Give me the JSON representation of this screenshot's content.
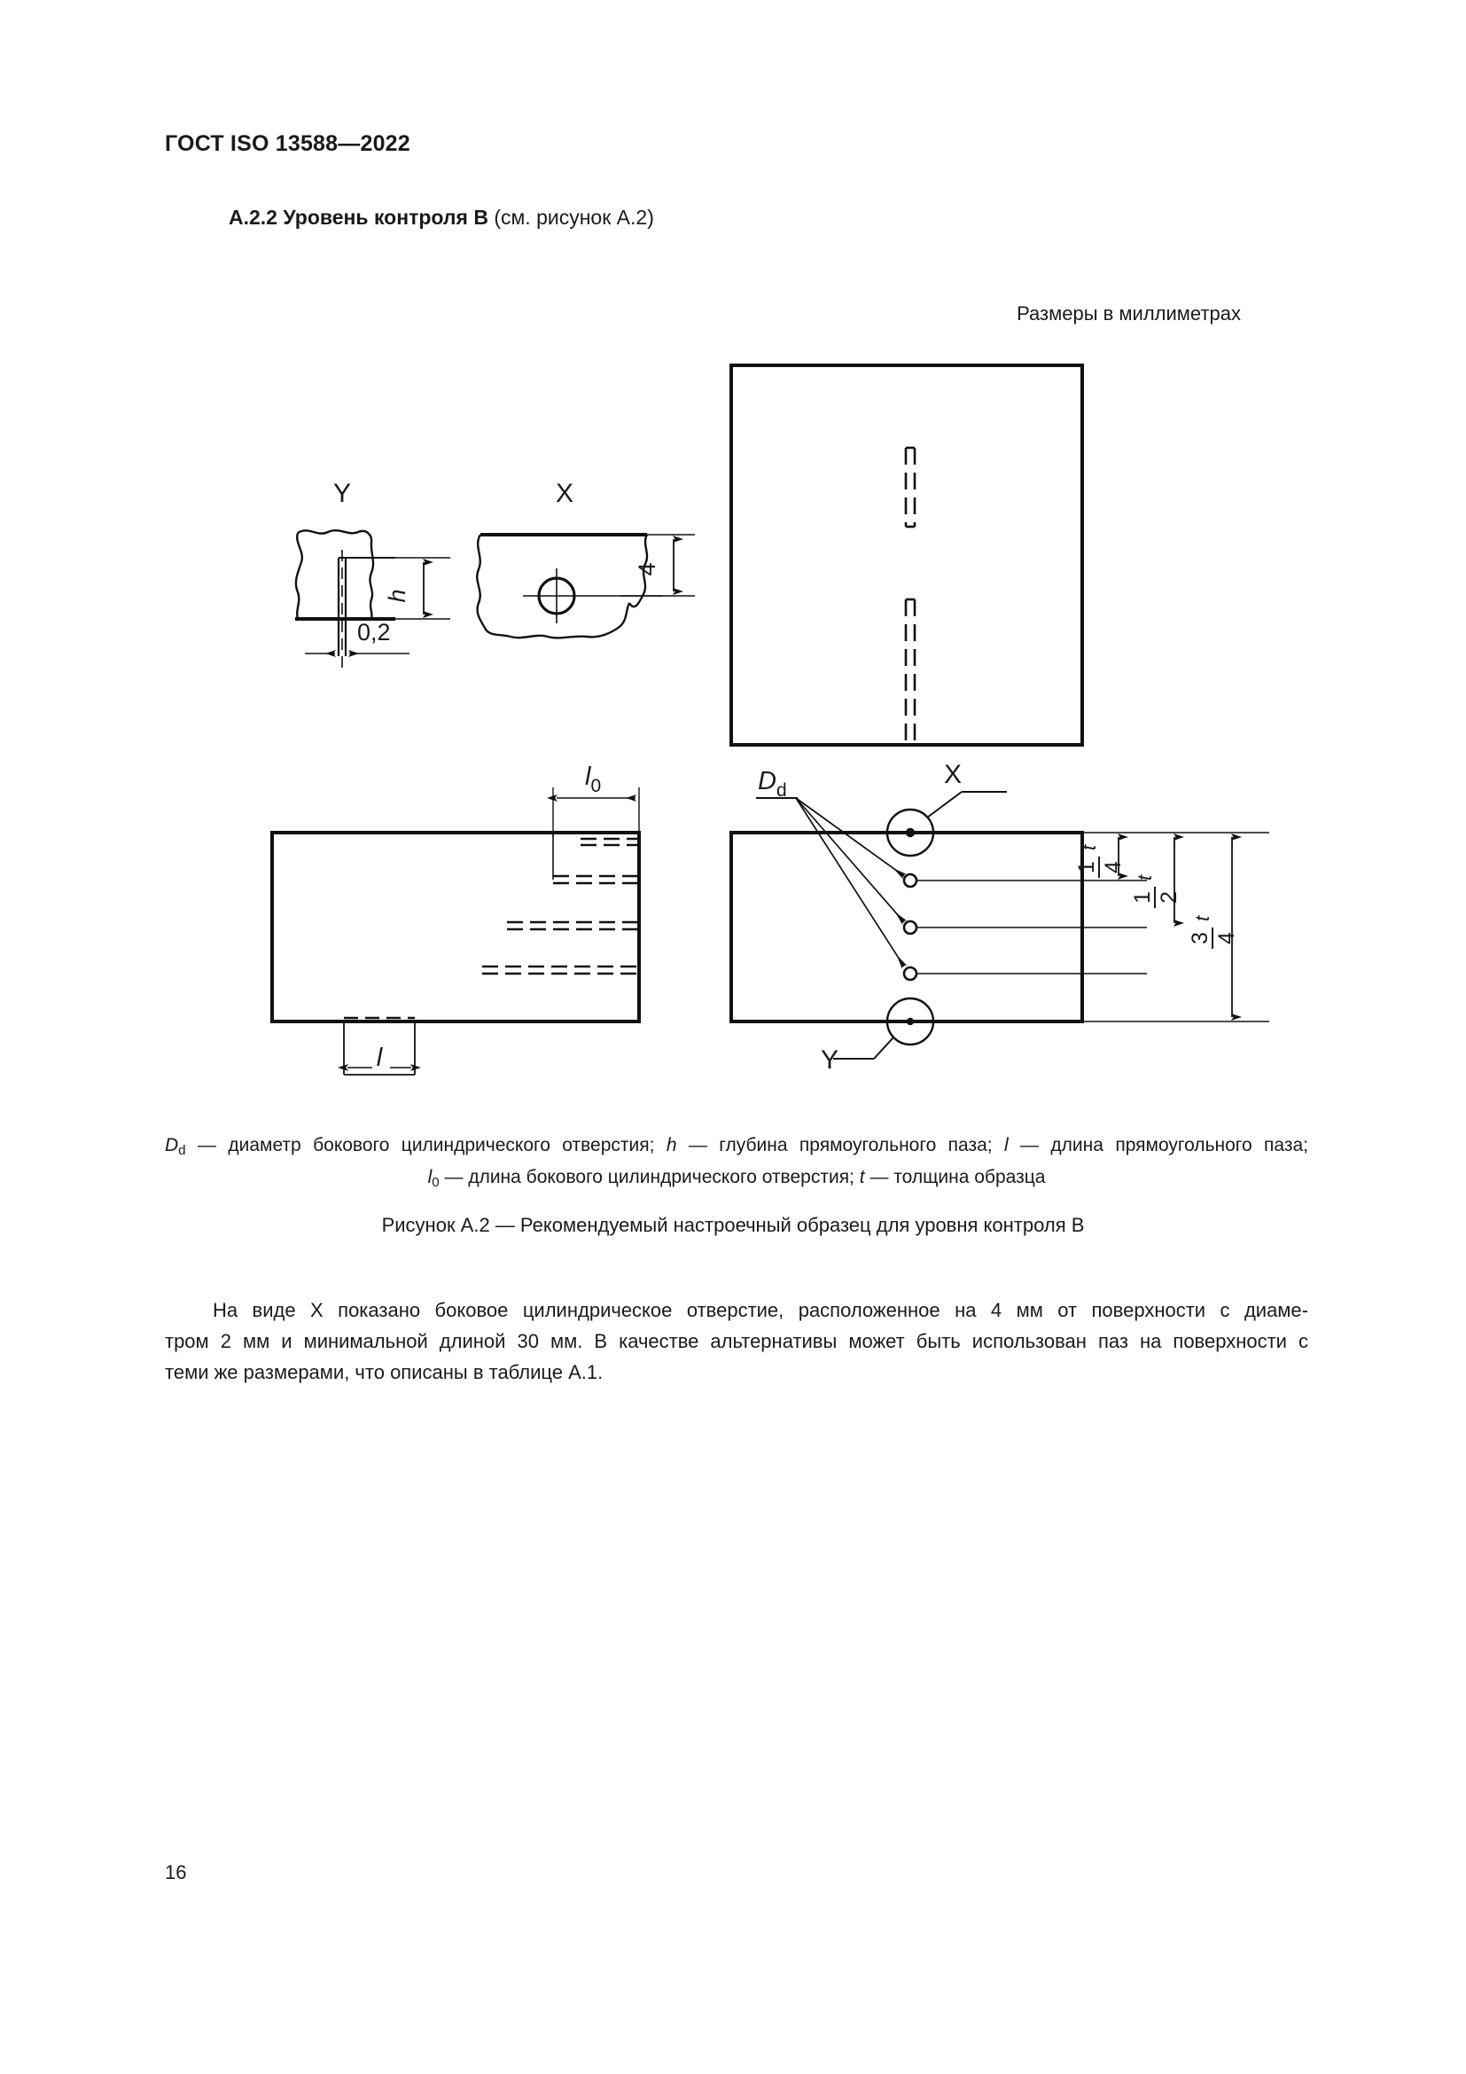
{
  "header": {
    "standard_title": "ГОСТ ISO 13588—2022"
  },
  "clause": {
    "number": "А.2.2",
    "title": "Уровень контроля В",
    "reference": "(см. рисунок А.2)"
  },
  "figure": {
    "units_note": "Размеры в миллиметрах",
    "caption": "Рисунок А.2 — Рекомендуемый настроечный образец для уровня контроля В",
    "key_line_1_a": "— диаметр бокового цилиндрического отверстия;",
    "key_line_1_b": "— глубина прямоугольного паза;",
    "key_line_1_c": "— длина прямоугольного паза;",
    "key_sym_Dd": "D",
    "key_sym_Dd_sub": "d",
    "key_sym_h": "h",
    "key_sym_l": "l",
    "key_line_2_a": "— длина бокового цилиндрического отверстия;",
    "key_line_2_b": "— толщина образца",
    "key_sym_l0": "l",
    "key_sym_l0_sub": "0",
    "key_sym_t": "t",
    "labels": {
      "view_y_top": "Y",
      "view_x_top": "X",
      "dim_h": "h",
      "dim_0_2": "0,2",
      "dim_4": "4",
      "dim_l0": "l",
      "dim_l0_sub": "0",
      "dim_l": "l",
      "leader_Dd": "D",
      "leader_Dd_sub": "d",
      "detail_x": "X",
      "detail_y": "Y",
      "frac_quarter_num": "1",
      "frac_quarter_den": "4",
      "frac_quarter_t": "t",
      "frac_half_num": "1",
      "frac_half_den": "2",
      "frac_half_t": "t",
      "frac_threequarter_num": "3",
      "frac_threequarter_den": "4",
      "frac_threequarter_t": "t"
    }
  },
  "body": {
    "line_1": "На виде X показано боковое цилиндрическое отверстие, расположенное на 4 мм от поверхности с диаме-",
    "line_2": "тром 2 мм и минимальной длиной 30 мм. В качестве альтернативы может быть использован паз на поверхности с",
    "line_3": "теми же размерами, что описаны в таблице А.1."
  },
  "footer": {
    "page_number": "16"
  },
  "colors": {
    "ink": "#1a1a1a",
    "line": "#111111",
    "paper": "#ffffff"
  }
}
